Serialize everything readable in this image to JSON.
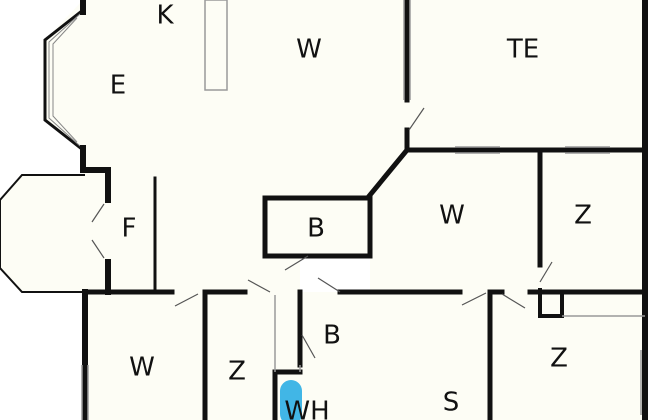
{
  "colors": {
    "background": "#ffffff",
    "floor": "#fdfdf5",
    "wall": "#111111",
    "partition": "#9a9a9a",
    "fixture": "#41b6e6"
  },
  "rooms": {
    "kitchen": "K",
    "living_top": "W",
    "terrace": "TE",
    "dining": "E",
    "hall": "F",
    "bath_center": "B",
    "living_mid": "W",
    "bedroom_right_top": "Z",
    "living_bottom_left": "W",
    "bedroom_bottom_center": "Z",
    "bath_bottom": "B",
    "storage": "S",
    "bedroom_bottom_right": "Z",
    "water_heater": "WH"
  }
}
